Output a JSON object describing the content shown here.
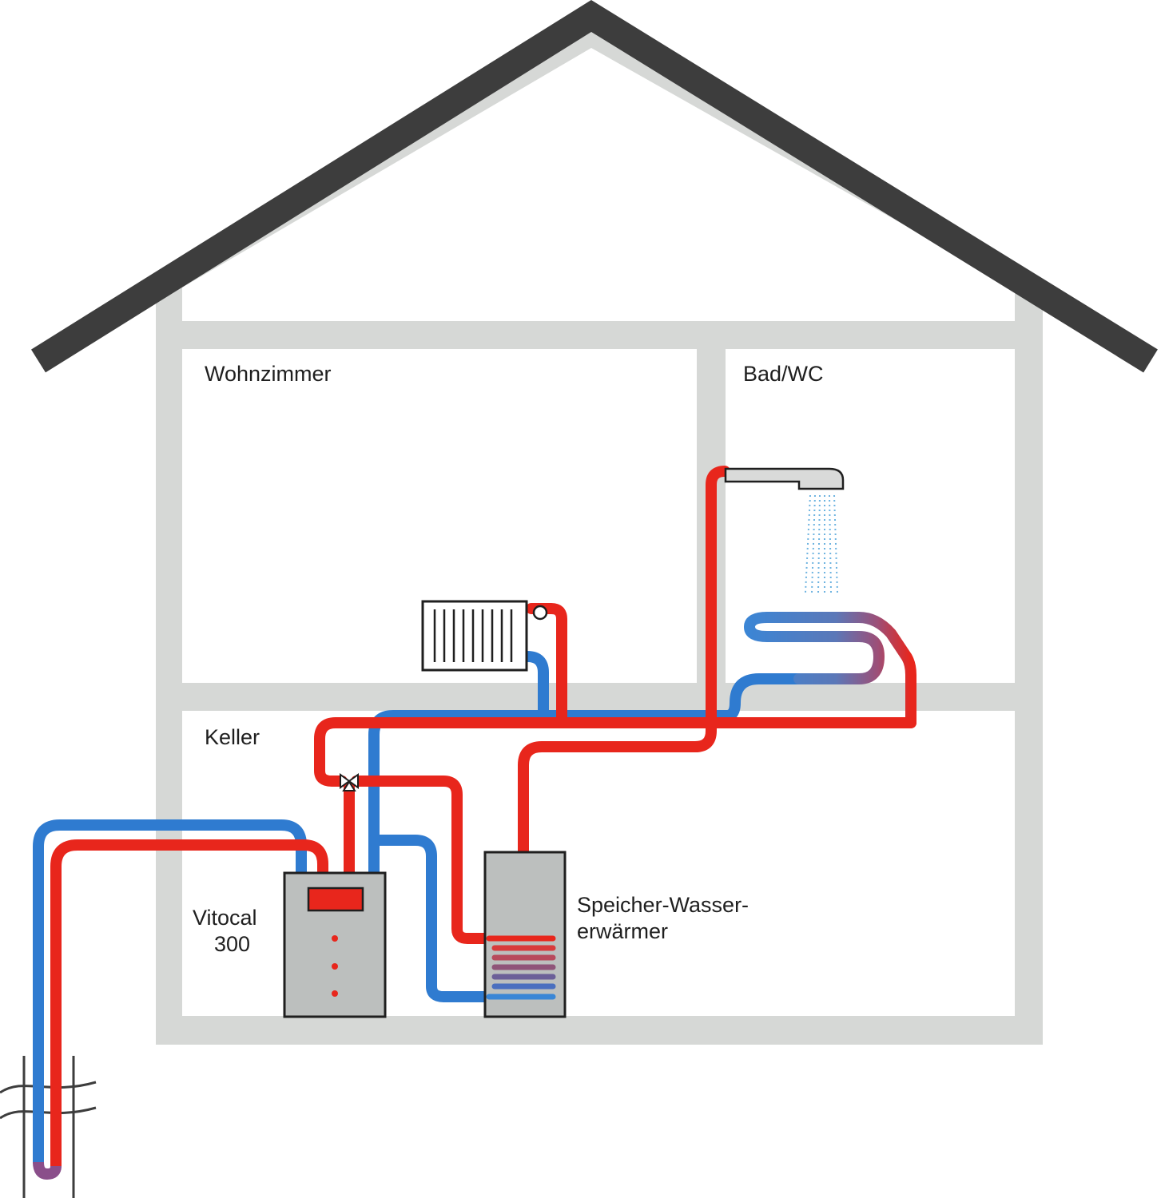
{
  "labels": {
    "living_room": "Wohnzimmer",
    "bathroom": "Bad/WC",
    "basement": "Keller",
    "heat_pump_line1": "Vitocal",
    "heat_pump_line2": "300",
    "storage_line1": "Speicher-Wasser-",
    "storage_line2": "erwärmer"
  },
  "colors": {
    "roof": "#3d3d3d",
    "walls": "#d6d8d6",
    "hot_pipe": "#e8261c",
    "cold_pipe": "#2f7bd0",
    "appliance": "#bcbfbe",
    "display": "#e8261c",
    "shower_water": "#6db3e0"
  }
}
